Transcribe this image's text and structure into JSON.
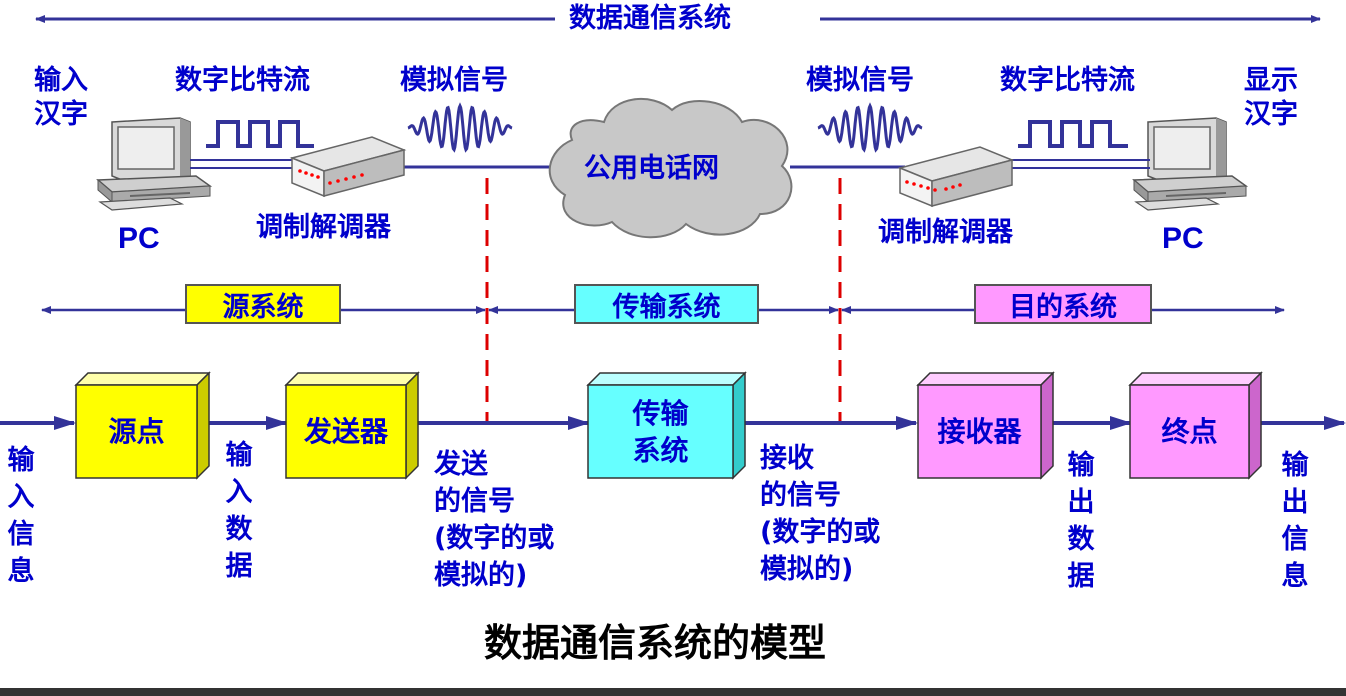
{
  "top": {
    "system_title": "数据通信系统",
    "left_input": "输入汉字",
    "left_bitstream": "数字比特流",
    "left_analog": "模拟信号",
    "right_analog": "模拟信号",
    "right_bitstream": "数字比特流",
    "right_display": "显示汉字",
    "left_modem": "调制解调器",
    "right_modem": "调制解调器",
    "left_pc": "PC",
    "right_pc": "PC",
    "network": "公用电话网"
  },
  "segments": {
    "source": "源系统",
    "transmission": "传输系统",
    "destination": "目的系统"
  },
  "model": {
    "input_info": "输入信息",
    "source_node": "源点",
    "input_data": "输入数据",
    "transmitter": "发送器",
    "sent_signal": [
      "发送",
      "的信号",
      "(数字的或",
      "模拟的)"
    ],
    "transmission_line1": "传输",
    "transmission_line2": "系统",
    "received_signal": [
      "接收",
      "的信号",
      "(数字的或",
      "模拟的)"
    ],
    "receiver": "接收器",
    "output_data": "输出数据",
    "destination_node": "终点",
    "output_info": "输出信息"
  },
  "caption": "数据通信系统的模型",
  "colors": {
    "text": "#0000cc",
    "line": "#333399",
    "divider": "#dd0000",
    "yellow": "#ffff00",
    "cyan": "#66ffff",
    "magenta": "#ff99ff",
    "cloud": "#c8c8c8"
  }
}
